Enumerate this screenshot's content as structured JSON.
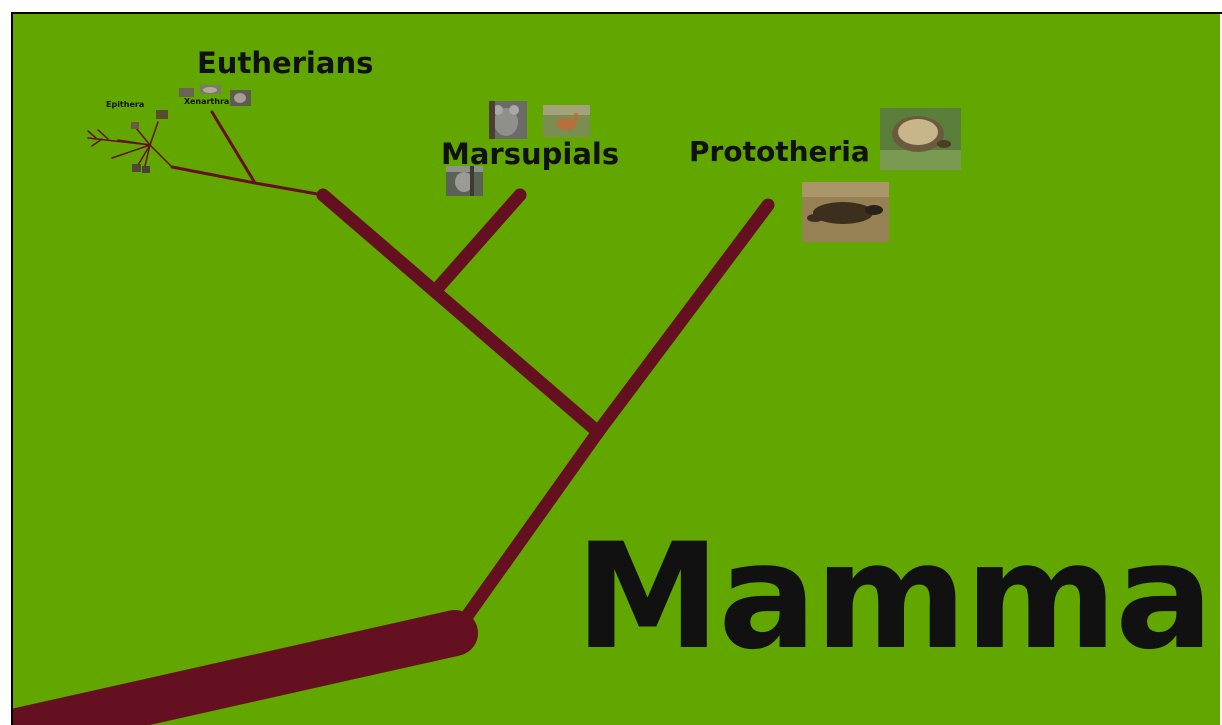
{
  "colors": {
    "background": "#62a600",
    "branch": "#651020",
    "text": "#111111",
    "frame": "#000000"
  },
  "title": "Mammali",
  "clades": {
    "eutherians": "Eutherians",
    "marsupials": "Marsupials",
    "prototheria": "Prototheria",
    "epithera": "Epithera",
    "xenarthra": "Xenarthra"
  },
  "photos": [
    {
      "name": "koala-photo-icon",
      "subject": "koala"
    },
    {
      "name": "kangaroo-photo-icon",
      "subject": "kangaroo"
    },
    {
      "name": "possum-photo-icon",
      "subject": "possum"
    },
    {
      "name": "echidna-photo-icon",
      "subject": "echidna"
    },
    {
      "name": "platypus-photo-icon",
      "subject": "platypus"
    },
    {
      "name": "xenarthra-photo-icon",
      "subject": "xenarthra"
    }
  ]
}
